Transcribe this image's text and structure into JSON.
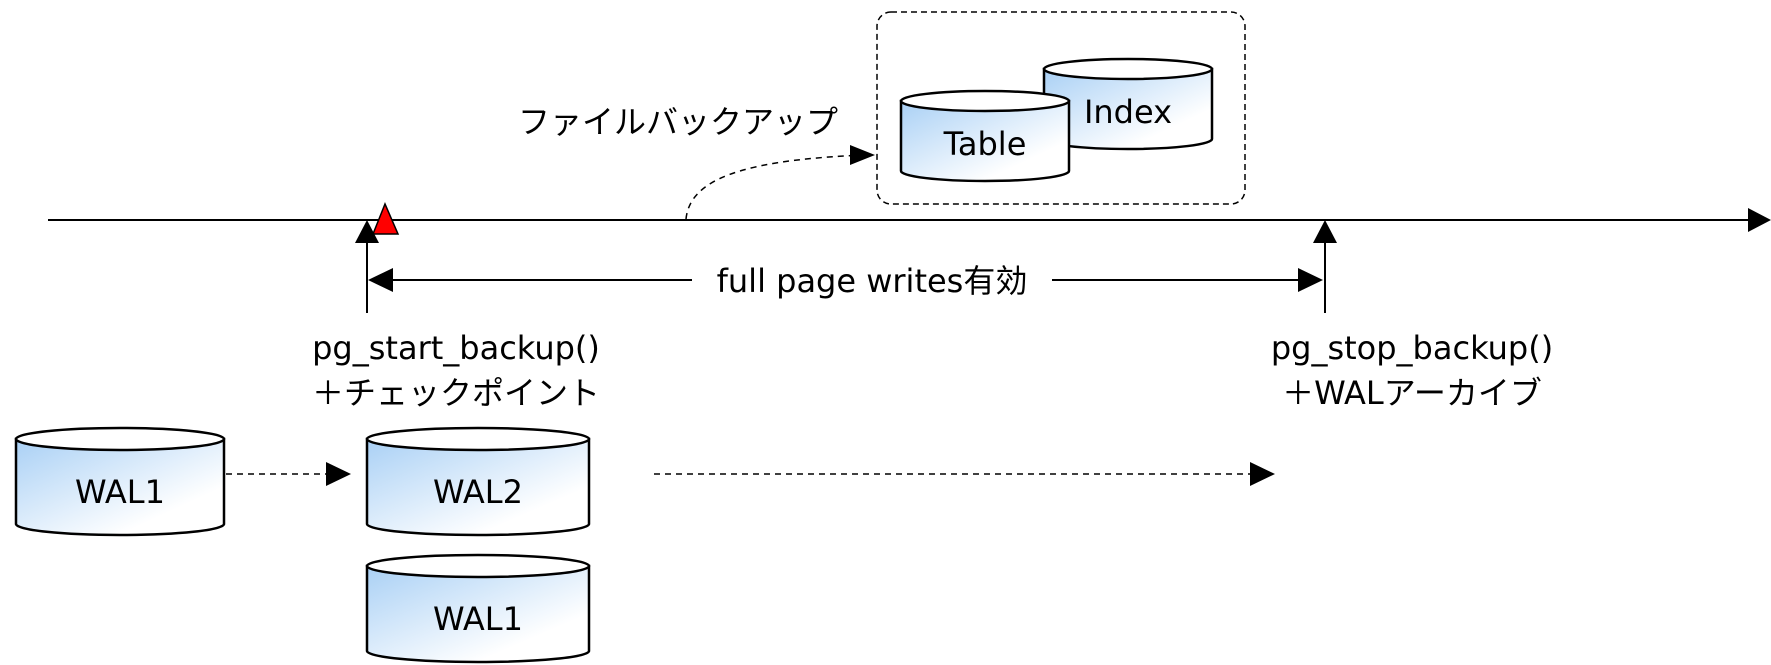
{
  "file_backup_label": "ファイルバックアップ",
  "full_page_writes_label": "full page writes有効",
  "start": {
    "function": "pg_start_backup()",
    "note": "＋チェックポイント"
  },
  "stop": {
    "function": "pg_stop_backup()",
    "note": "＋WALアーカイブ"
  },
  "data_files": {
    "index": "Index",
    "table": "Table"
  },
  "wal": {
    "left": "WAL1",
    "stack_top": "WAL2",
    "stack_bottom": "WAL1"
  },
  "colors": {
    "cylinder_light": "#ffffff",
    "cylinder_blue": "#a9d0f5",
    "checkpoint_marker": "#ff0000",
    "line": "#000000"
  }
}
